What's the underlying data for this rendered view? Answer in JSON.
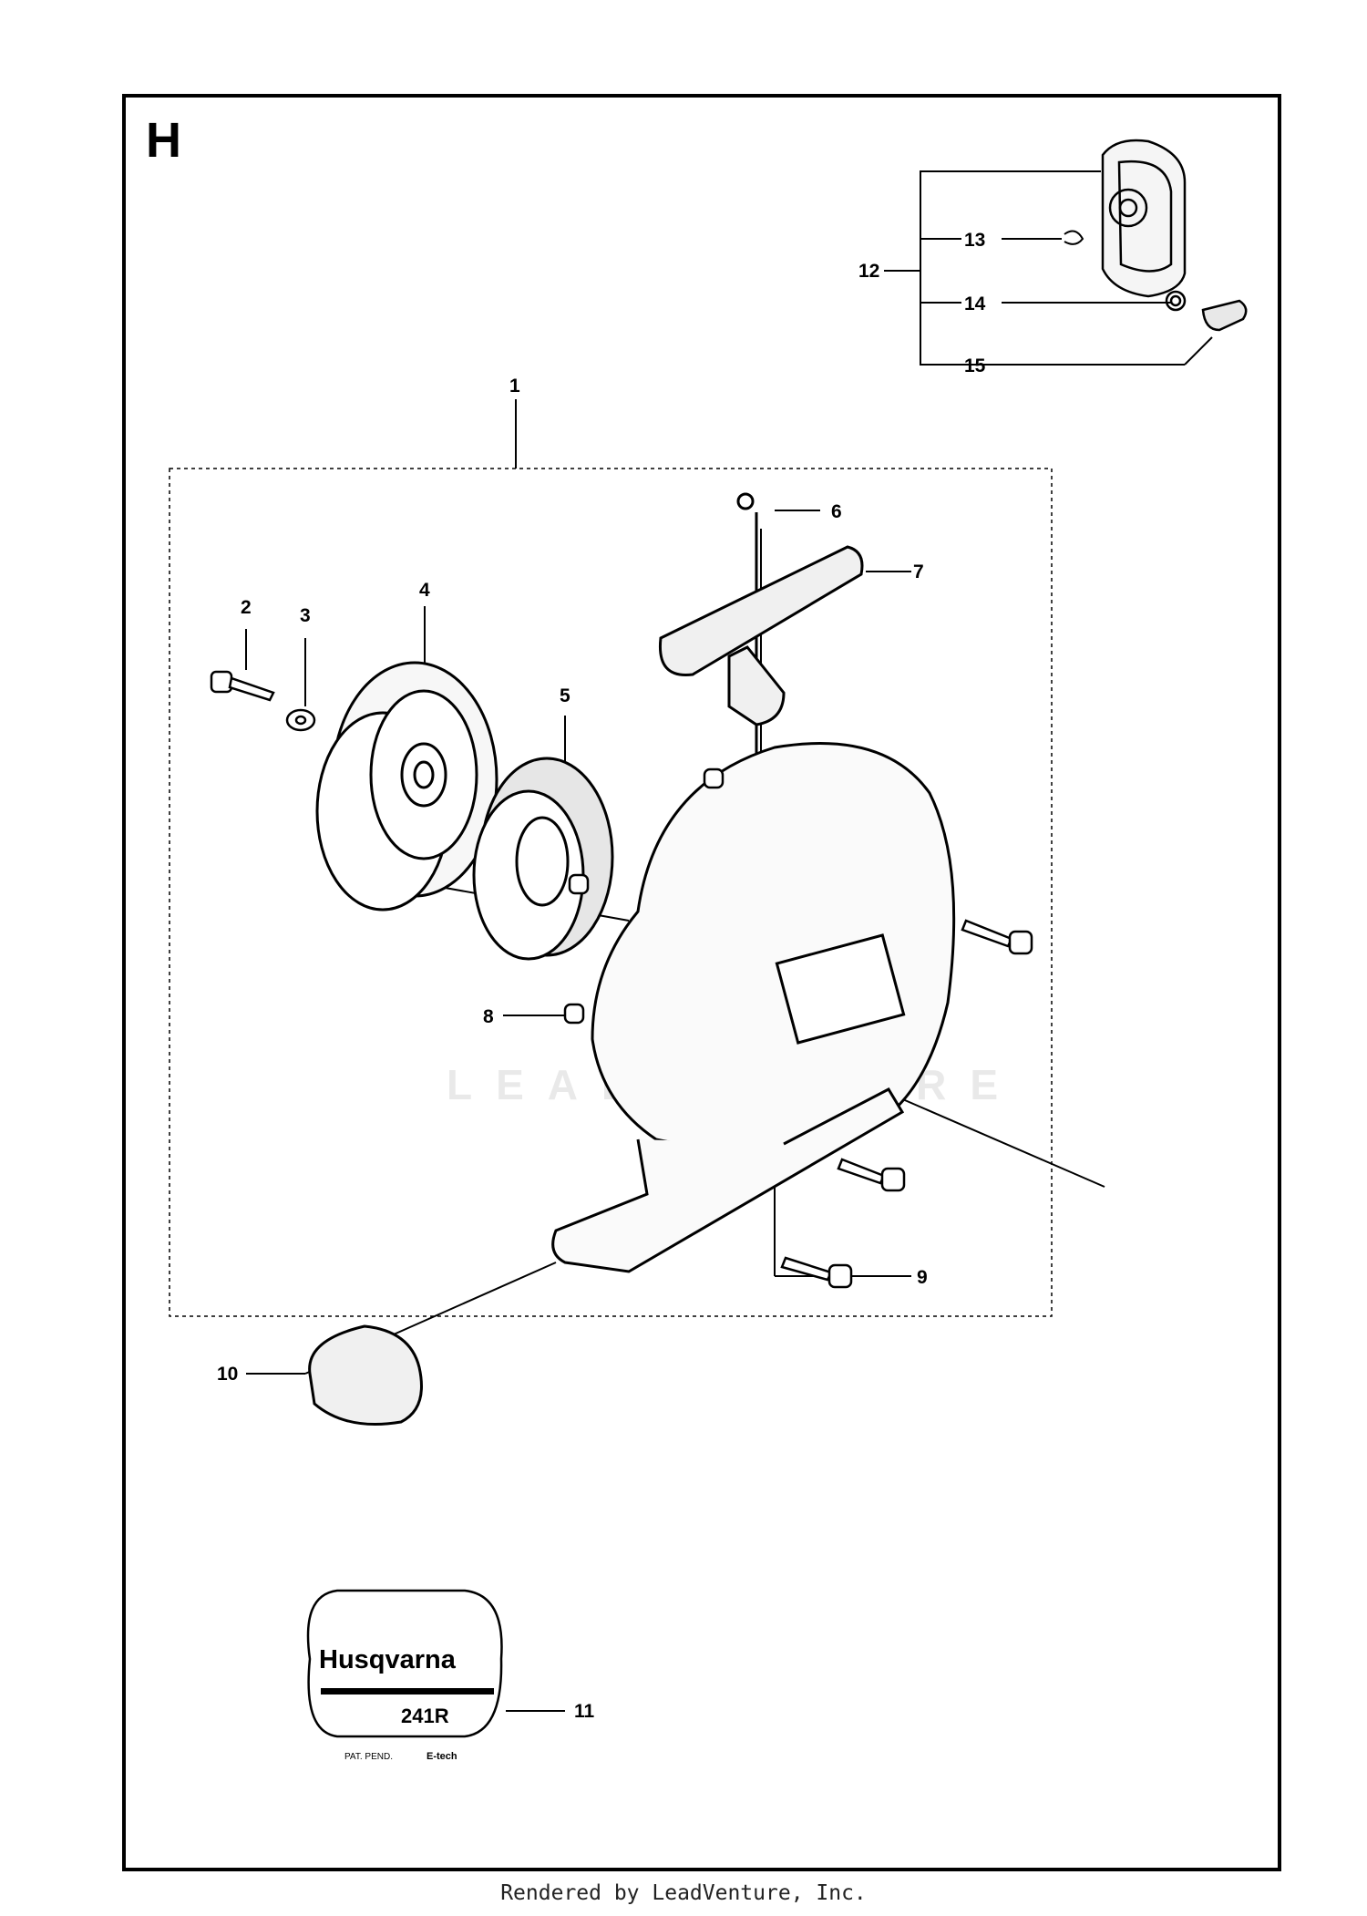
{
  "section_letter": "H",
  "watermark": "LEADVENTURE",
  "callouts": [
    "1",
    "2",
    "3",
    "4",
    "5",
    "6",
    "7",
    "8",
    "9",
    "10",
    "11",
    "12",
    "13",
    "14",
    "15"
  ],
  "decal": {
    "brand": "Husqvarna",
    "model_text": "241R",
    "small_text_left": "PAT. PEND.",
    "small_text_right": "E-tech"
  },
  "footer": "Rendered by LeadVenture, Inc."
}
